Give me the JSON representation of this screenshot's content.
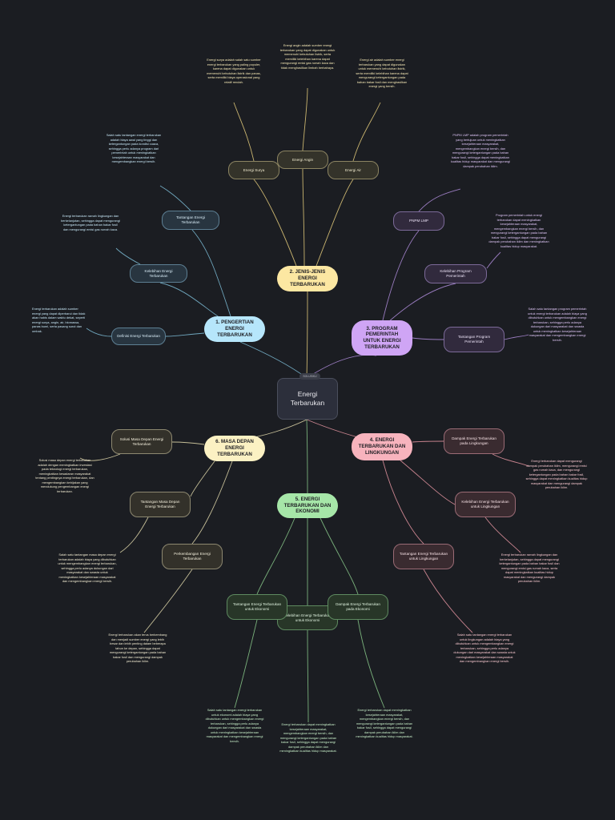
{
  "root": {
    "tag": "SOLUSIKU",
    "line1": "Energi",
    "line2": "Terbarukan"
  },
  "colors": {
    "yellow": "#fce7a2",
    "blue": "#b6e6fb",
    "purple": "#cfa5f5",
    "pink": "#f7b3bd",
    "green": "#a6e6a8",
    "cream": "#fbf1c3"
  },
  "branches": {
    "b1": "1. PENGERTIAN ENERGI TERBARUKAN",
    "b2": "2. JENIS-JENIS ENERGI TERBARUKAN",
    "b3": "3. PROGRAM PEMERINTAH UNTUK ENERGI TERBARUKAN",
    "b4": "4. ENERGI TERBARUKAN DAN LINGKUNGAN",
    "b5": "5. ENERGI TERBARUKAN DAN EKONOMI",
    "b6": "6. MASA DEPAN ENERGI TERBARUKAN"
  },
  "subs": {
    "s_def": "Definisi Energi Terbarukan",
    "s_kel": "Kelebihan Energi Terbarukan",
    "s_tan": "Tantangan Energi Terbarukan",
    "s_surya": "Energi Surya",
    "s_angin": "Energi Angin",
    "s_air": "Energi Air",
    "s_pnpm": "PNPM LMP",
    "s_kelprog": "Kelebihan Program Pemerintah",
    "s_tanprog": "Tantangan Program Pemerintah",
    "s_dampak": "Dampak Energi Terbarukan pada Lingkungan",
    "s_kellink": "Kelebihan Energi Terbarukan untuk Lingkungan",
    "s_tanlink": "Tantangan Energi Terbarukan untuk Lingkungan",
    "s_tanek": "Tantangan Energi Terbarukan untuk Ekonomi",
    "s_kelek": "Kelebihan Energi Terbarukan untuk Ekonomi",
    "s_dampek": "Dampak Energi Terbarukan pada Ekonomi",
    "s_solusi": "Solusi Masa Depan Energi Terbarukan",
    "s_tanmd": "Tantangan Masa Depan Energi Terbarukan",
    "s_perk": "Perkembangan Energi Terbarukan"
  },
  "notes": {
    "n_def": "Energi terbarukan adalah sumber energi yang dapat diperbarui dan tidak akan habis dalam waktu dekat, seperti energi surya, angin, air, biomassa, panas bumi, serta pasang surut dan ombak.",
    "n_kel": "Energi terbarukan ramah lingkungan dan berkelanjutan, sehingga dapat mengurangi ketergantungan pada bahan bakar fosil dan mengurangi emisi gas rumah kaca.",
    "n_tan": "Salah satu tantangan energi terbarukan adalah biaya awal yang tinggi dan ketergantungan pada kondisi cuaca, sehingga perlu adanya program dari pemerintah untuk meningkatkan kesejahteraan masyarakat dan mengembangkan energi bersih.",
    "n_surya": "Energi surya adalah salah satu sumber energi terbarukan yang paling populer, karena dapat digunakan untuk memenuhi kebutuhan listrik dan panas, serta memiliki biaya operasional yang relatif rendah.",
    "n_angin": "Energi angin adalah sumber energi terbarukan yang dapat digunakan untuk memenuhi kebutuhan listrik, serta memiliki kelebihan karena dapat mengurangi emisi gas rumah kaca dan tidak menghasilkan limbah berbahaya.",
    "n_air": "Energi air adalah sumber energi terbarukan yang dapat digunakan untuk memenuhi kebutuhan listrik, serta memiliki kelebihan karena dapat mengurangi ketergantungan pada bahan bakar fosil dan menghasilkan energi yang bersih.",
    "n_pnpm": "PNPM LMP adalah program pemerintah yang bertujuan untuk meningkatkan kesejahteraan masyarakat, mengembangkan energi bersih, dan mengurangi ketergantungan pada bahan bakar fosil, sehingga dapat meningkatkan kualitas hidup masyarakat dan mengurangi dampak perubahan iklim.",
    "n_kelprog": "Program pemerintah untuk energi terbarukan dapat meningkatkan kesejahteraan masyarakat, mengembangkan energi bersih, dan mengurangi ketergantungan pada bahan bakar fosil, sehingga dapat mengurangi dampak perubahan iklim dan meningkatkan kualitas hidup masyarakat.",
    "n_tanprog": "Salah satu tantangan program pemerintah untuk energi terbarukan adalah biaya yang dibutuhkan untuk mengembangkan energi terbarukan, sehingga perlu adanya dukungan dari masyarakat dan swasta untuk meningkatkan kesejahteraan masyarakat dan mengembangkan energi bersih.",
    "n_dampak": "Energi terbarukan dapat mengurangi dampak perubahan iklim, mengurangi emisi gas rumah kaca, dan mengurangi ketergantungan pada bahan bakar fosil, sehingga dapat meningkatkan kualitas hidup masyarakat dan mengurangi dampak perubahan iklim.",
    "n_kellink": "Energi terbarukan ramah lingkungan dan berkelanjutan, sehingga dapat mengurangi ketergantungan pada bahan bakar fosil dan mengurangi emisi gas rumah kaca, serta dapat meningkatkan kualitas hidup masyarakat dan mengurangi dampak perubahan iklim.",
    "n_tanlink": "Salah satu tantangan energi terbarukan untuk lingkungan adalah biaya yang dibutuhkan untuk mengembangkan energi terbarukan, sehingga perlu adanya dukungan dari masyarakat dan swasta untuk meningkatkan kesejahteraan masyarakat dan mengembangkan energi bersih.",
    "n_tanek": "Salah satu tantangan energi terbarukan untuk ekonomi adalah biaya yang dibutuhkan untuk mengembangkan energi terbarukan, sehingga perlu adanya dukungan dari masyarakat dan swasta untuk meningkatkan kesejahteraan masyarakat dan mengembangkan energi bersih.",
    "n_kelek": "Energi terbarukan dapat meningkatkan kesejahteraan masyarakat, mengembangkan energi bersih, dan mengurangi ketergantungan pada bahan bakar fosil, sehingga dapat mengurangi dampak perubahan iklim dan meningkatkan kualitas hidup masyarakat.",
    "n_dampek": "Energi terbarukan dapat meningkatkan kesejahteraan masyarakat, mengembangkan energi bersih, dan mengurangi ketergantungan pada bahan bakar fosil, sehingga dapat mengurangi dampak perubahan iklim dan meningkatkan kualitas hidup masyarakat.",
    "n_solusi": "Solusi masa depan energi terbarukan adalah dengan meningkatkan investasi pada teknologi energi terbarukan, meningkatkan kesadaran masyarakat tentang pentingnya energi terbarukan, dan mengembangkan kebijakan yang mendukung pengembangan energi terbarukan.",
    "n_tanmd": "Salah satu tantangan masa depan energi terbarukan adalah biaya yang dibutuhkan untuk mengembangkan energi terbarukan, sehingga perlu adanya dukungan dari masyarakat dan swasta untuk meningkatkan kesejahteraan masyarakat dan mengembangkan energi bersih.",
    "n_perk": "Energi terbarukan akan terus berkembang dan menjadi sumber energi yang lebih besar dan lebih penting dalam beberapa tahun ke depan, sehingga dapat mengurangi ketergantungan pada bahan bakar fosil dan mengurangi dampak perubahan iklim."
  }
}
